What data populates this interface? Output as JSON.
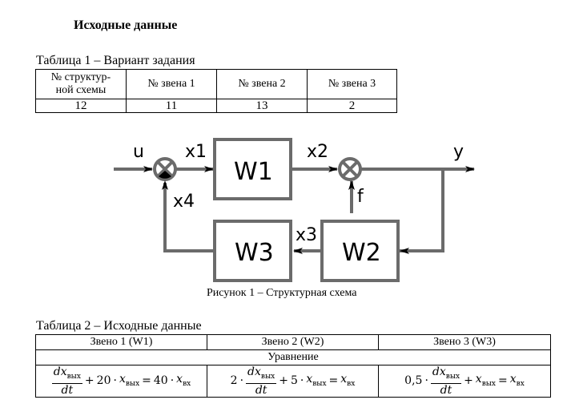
{
  "heading": "Исходные данные",
  "table1": {
    "caption": "Таблица 1 – Вариант задания",
    "headers": [
      "№ структур-\nной схемы",
      "№ звена 1",
      "№ звена 2",
      "№ звена 3"
    ],
    "header0_line1": "№ структур-",
    "header0_line2": "ной схемы",
    "values": [
      "12",
      "11",
      "13",
      "2"
    ]
  },
  "diagram": {
    "blocks": [
      "W1",
      "W2",
      "W3"
    ],
    "signals": {
      "input": "u",
      "x1": "x1",
      "x2": "x2",
      "x3": "x3",
      "x4": "x4",
      "disturbance": "f",
      "output": "y"
    },
    "caption": "Рисунок 1 – Структурная схема"
  },
  "table2": {
    "caption": "Таблица 2 – Исходные данные",
    "headers": [
      "Звено 1 (W1)",
      "Звено 2 (W2)",
      "Звено 3 (W3)"
    ],
    "subheader": "Уравнение",
    "equations": [
      {
        "coef_d": "",
        "coef_x": "20",
        "rhs_coef": "40"
      },
      {
        "coef_d": "2",
        "coef_x": "5",
        "rhs_coef": ""
      },
      {
        "coef_d": "0,5",
        "coef_x": "",
        "rhs_coef": ""
      }
    ],
    "symbols": {
      "dx": "dx",
      "dt": "dt",
      "x": "x",
      "out": "вых",
      "in": "вх",
      "dot": "·",
      "plus": "+",
      "eq": "="
    }
  }
}
